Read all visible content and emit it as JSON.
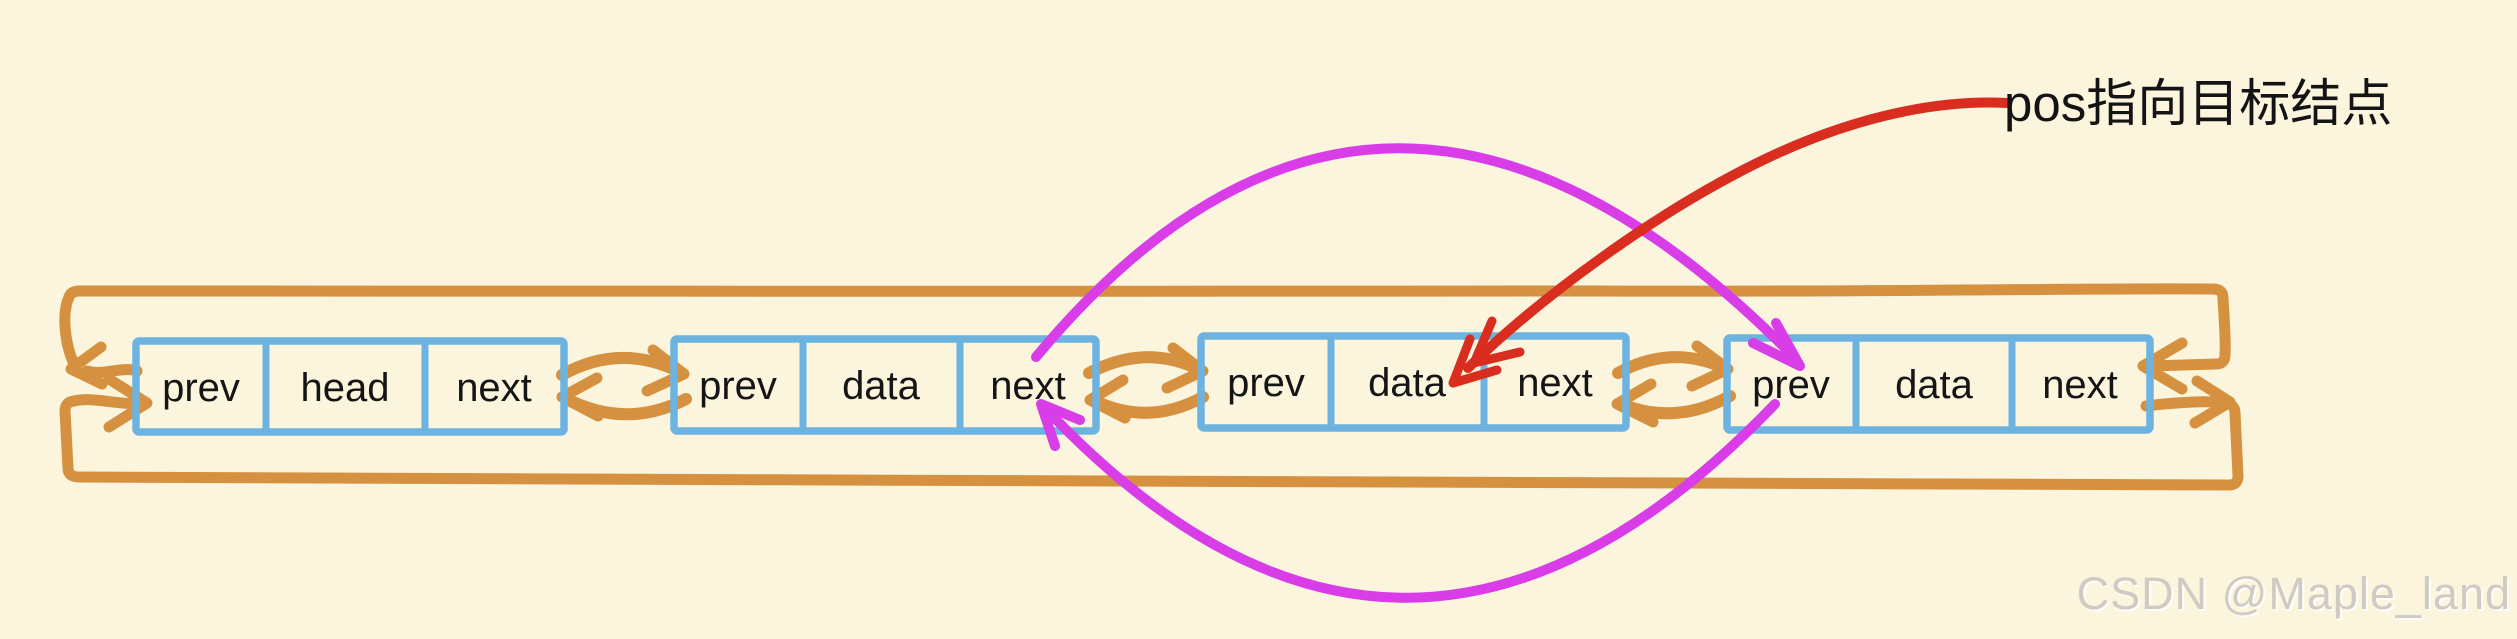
{
  "diagram": {
    "background": "#FBF5DE",
    "colors": {
      "list_links_orange": "#D69140",
      "node_border_blue": "#6CB3E0",
      "bypass_arrows_magenta": "#D83DE8",
      "pos_arrow_red": "#D92D20",
      "label_text": "#151515",
      "watermark": "#CFCBC3"
    },
    "nodes": [
      {
        "cells": [
          "prev",
          "head",
          "next"
        ]
      },
      {
        "cells": [
          "prev",
          "data",
          "next"
        ]
      },
      {
        "cells": [
          "prev",
          "data",
          "next"
        ]
      },
      {
        "cells": [
          "prev",
          "data",
          "next"
        ]
      }
    ],
    "annotation": "pos指向目标结点",
    "watermark": "CSDN @Maple_land"
  }
}
